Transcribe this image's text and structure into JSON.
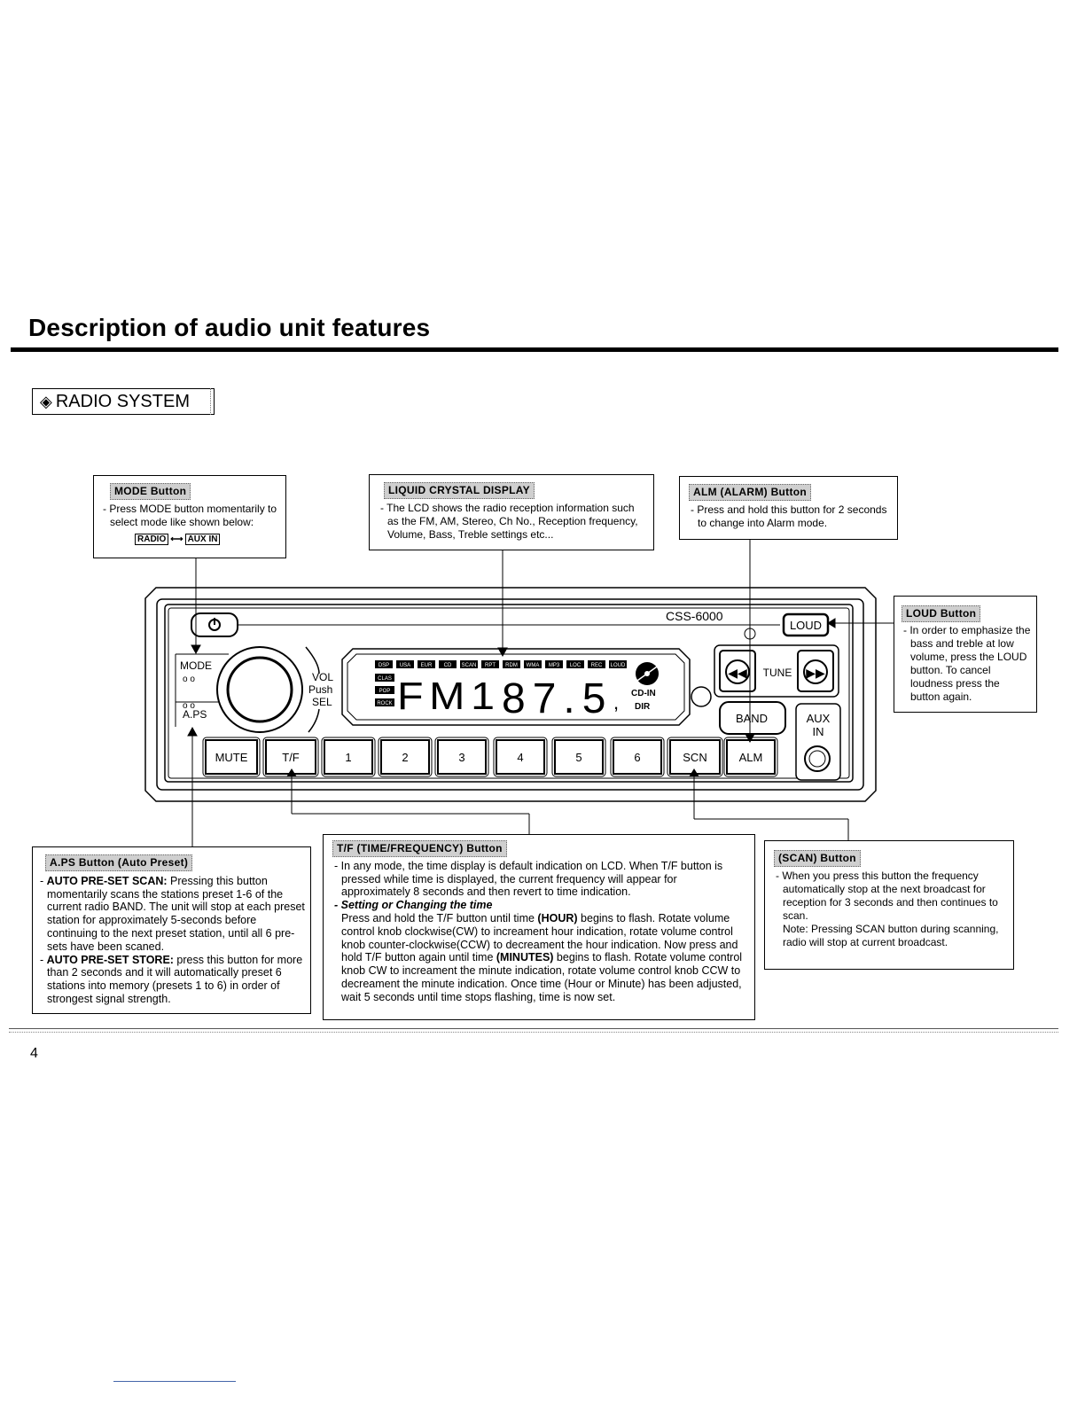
{
  "header": {
    "title": "Description of audio unit features"
  },
  "section": {
    "label": "RADIO SYSTEM",
    "icon": "diamond-icon"
  },
  "radio": {
    "model": "CSS-6000",
    "loud_label": "LOUD",
    "mode_label": "MODE",
    "aps_label": "A.PS",
    "vol_label": "VOL",
    "push_label": "Push",
    "sel_label": "SEL",
    "tune_label": "TUNE",
    "band_label": "BAND",
    "aux_label_1": "AUX",
    "aux_label_2": "IN",
    "buttons": [
      "MUTE",
      "T/F",
      "1",
      "2",
      "3",
      "4",
      "5",
      "6",
      "SCN",
      "ALM"
    ],
    "lcd": {
      "indicators": [
        "DSP",
        "USA",
        "EUR",
        "CD",
        "SCAN",
        "RPT",
        "RDM",
        "WMA",
        "MP3",
        "LOC",
        "REC",
        "LOUD"
      ],
      "eq_tags": [
        "CLAS",
        "POP",
        "ROCK"
      ],
      "band_text": "FM1",
      "freq_text": "87.5",
      "cd_in": "CD-IN",
      "dir": "DIR"
    }
  },
  "callouts": {
    "mode": {
      "title": "MODE Button",
      "text": "- Press MODE button momentarily to select mode like shown below:",
      "flow_from": "RADIO",
      "flow_to": "AUX IN"
    },
    "lcd": {
      "title": "LIQUID CRYSTAL DISPLAY",
      "text": "- The LCD shows the radio reception information such as the FM, AM, Stereo, Ch No., Reception frequency, Volume, Bass, Treble settings etc..."
    },
    "alm": {
      "title": "ALM (ALARM) Button",
      "text": "- Press and hold this button for 2 seconds to change into Alarm mode."
    },
    "loud": {
      "title": "LOUD Button",
      "text": "- In order to emphasize the bass and treble at low volume, press the LOUD button. To cancel loudness press the button again."
    },
    "aps": {
      "title": "A.PS Button (Auto Preset)",
      "item1_label": "AUTO PRE-SET SCAN:",
      "item1_text": " Pressing this button momentarily scans the stations preset 1-6 of the current radio BAND. The unit will stop at each preset station for approximately 5-seconds before continuing to the next preset station, until all 6 pre-sets have been scaned.",
      "item2_label": "AUTO PRE-SET STORE:",
      "item2_text": " press this button for more than 2 seconds and it will automatically preset 6 stations into memory (presets 1 to 6) in order of strongest signal strength."
    },
    "tf": {
      "title": "T/F (TIME/FREQUENCY) Button",
      "p1": "- In any mode, the time display is default indication on LCD. When T/F button is pressed while time is displayed, the current frequency will appear for approximately 8 seconds and then revert to time indication.",
      "subtitle": "- Setting or Changing the time",
      "p2a": "Press and hold the T/F button until time ",
      "p2b": "(HOUR)",
      "p2c": " begins to flash. Rotate volume control knob clockwise(CW) to increament hour indication, rotate volume control knob counter-clockwise(CCW) to decreament the hour indication. Now press and hold T/F button again until time ",
      "p2d": "(MINUTES)",
      "p2e": " begins to flash. Rotate volume control knob CW to increament the minute indication, rotate volume control knob CCW to decreament the minute indication. Once time (Hour or Minute) has been adjusted, wait 5 seconds until time stops flashing, time is now set."
    },
    "scan": {
      "title": "(SCAN) Button",
      "text": "- When you press this button the frequency automatically stop at the next broadcast for reception for 3 seconds and  then continues to scan.",
      "note": "Note: Pressing SCAN button during scanning, radio will stop at current broadcast."
    }
  },
  "footer": {
    "page_number": "4"
  }
}
